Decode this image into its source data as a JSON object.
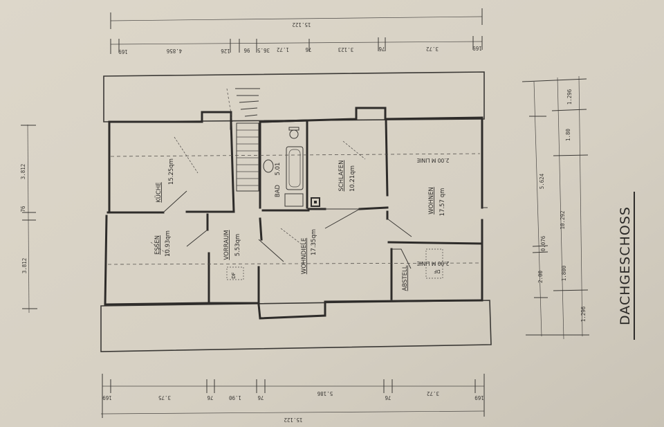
{
  "title": "DACHGESCHOSS",
  "rooms": {
    "kueche": {
      "name": "KÜCHE",
      "area": "15.25qm"
    },
    "essen": {
      "name": "ESSEN",
      "area": "10.93qm"
    },
    "vorraum": {
      "name": "VORRAUM",
      "area": "5.53qm"
    },
    "wohndiele": {
      "name": "WOHNDIELE",
      "area": "17.35qm"
    },
    "bad": {
      "name": "BAD",
      "area": "5.01"
    },
    "schlafen": {
      "name": "SCHLAFEN",
      "area": "10.21qm"
    },
    "wohnen": {
      "name": "WOHNEN",
      "area": "17.57 qm"
    },
    "abstell": {
      "name": "ABSTELL"
    }
  },
  "annotations": {
    "line_top": "2.00 M LINIE",
    "line_bottom": "2.00 M LINIE",
    "df1": "DF",
    "df2": "DF"
  },
  "dimensions": {
    "top_total": "15.122",
    "top_segments": [
      "169",
      "3.72",
      "76",
      "3.123",
      "76",
      "1.72",
      "36.5",
      "96",
      "126",
      "4.856",
      "169"
    ],
    "bottom_total": "15.122",
    "bottom_segments": [
      "169",
      "3.75",
      "76",
      "1.90",
      "76",
      "5.186",
      "76",
      "3.72",
      "169"
    ],
    "left": [
      "3.812",
      "76",
      "3.812"
    ],
    "right_col1": [
      "2.00",
      "0.076",
      "5.624"
    ],
    "right_col2": [
      "1.800",
      "10.292",
      "1.80"
    ],
    "right_col3": [
      "1.296",
      "1.296"
    ]
  }
}
